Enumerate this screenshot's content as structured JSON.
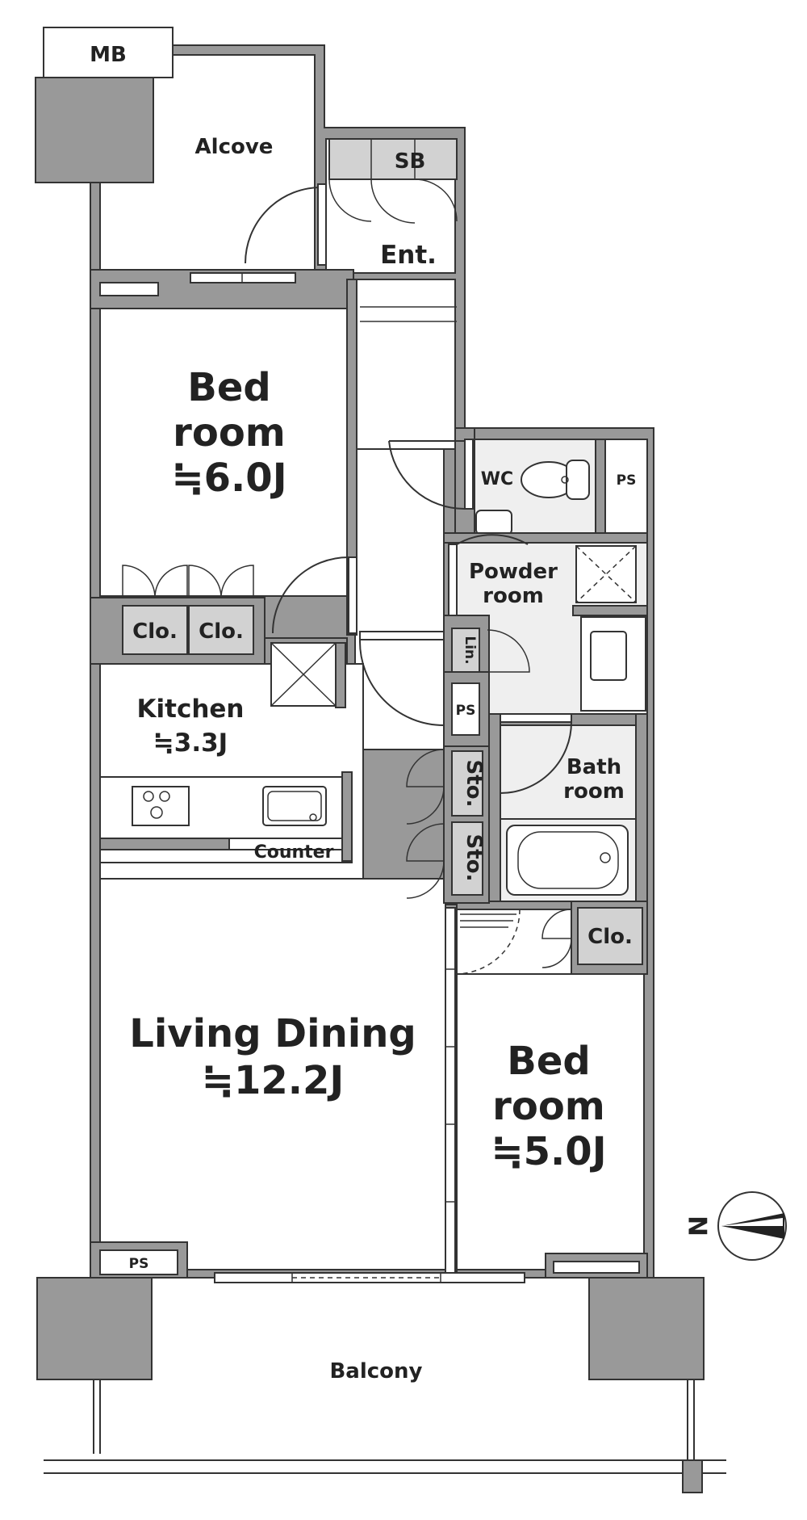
{
  "floorplan": {
    "rooms": {
      "mb": "MB",
      "alcove": "Alcove",
      "sb": "SB",
      "entrance": "Ent.",
      "bedroom1_line1": "Bed",
      "bedroom1_line2": "room",
      "bedroom1_size": "≒6.0J",
      "wc": "WC",
      "ps_wc": "PS",
      "powder_line1": "Powder",
      "powder_line2": "room",
      "linen": "Lin.",
      "ps_mid": "PS",
      "bath_line1": "Bath",
      "bath_line2": "room",
      "closet_a": "Clo.",
      "closet_b": "Clo.",
      "kitchen": "Kitchen",
      "kitchen_size": "≒3.3J",
      "counter": "Counter",
      "storage_a": "Sto.",
      "storage_b": "Sto.",
      "closet_c": "Clo.",
      "living_dining": "Living Dining",
      "living_size": "≒12.2J",
      "bedroom2_line1": "Bed",
      "bedroom2_line2": "room",
      "bedroom2_size": "≒5.0J",
      "ps_living": "PS",
      "balcony": "Balcony"
    },
    "compass": {
      "north_label": "N"
    }
  }
}
